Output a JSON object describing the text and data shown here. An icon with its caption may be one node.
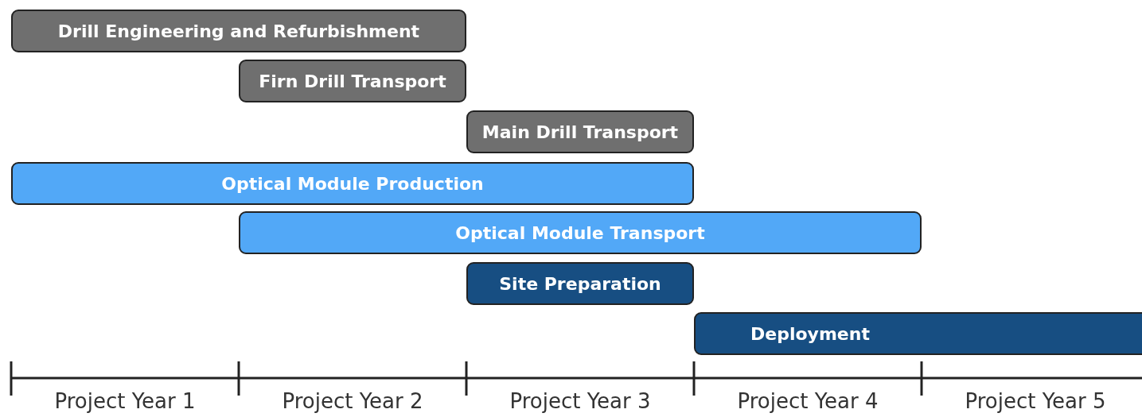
{
  "diagram": {
    "nodes": [
      {
        "text": [
          "Drill Engineering and Refurbishment"
        ]
      },
      {
        "text": [
          "Firn Drill Transport"
        ]
      },
      {
        "text": [
          "Main Drill Transport"
        ]
      },
      {
        "text": [
          "Optical Module Production"
        ]
      },
      {
        "text": [
          "Optical Module Transport"
        ]
      },
      {
        "text": [
          "Site Preparation"
        ]
      },
      {
        "text": [
          "Deployment"
        ]
      }
    ],
    "labels": [
      "Project Year 1",
      "Project Year 2",
      "Project Year 3",
      "Project Year 4",
      "Project Year 5"
    ]
  }
}
